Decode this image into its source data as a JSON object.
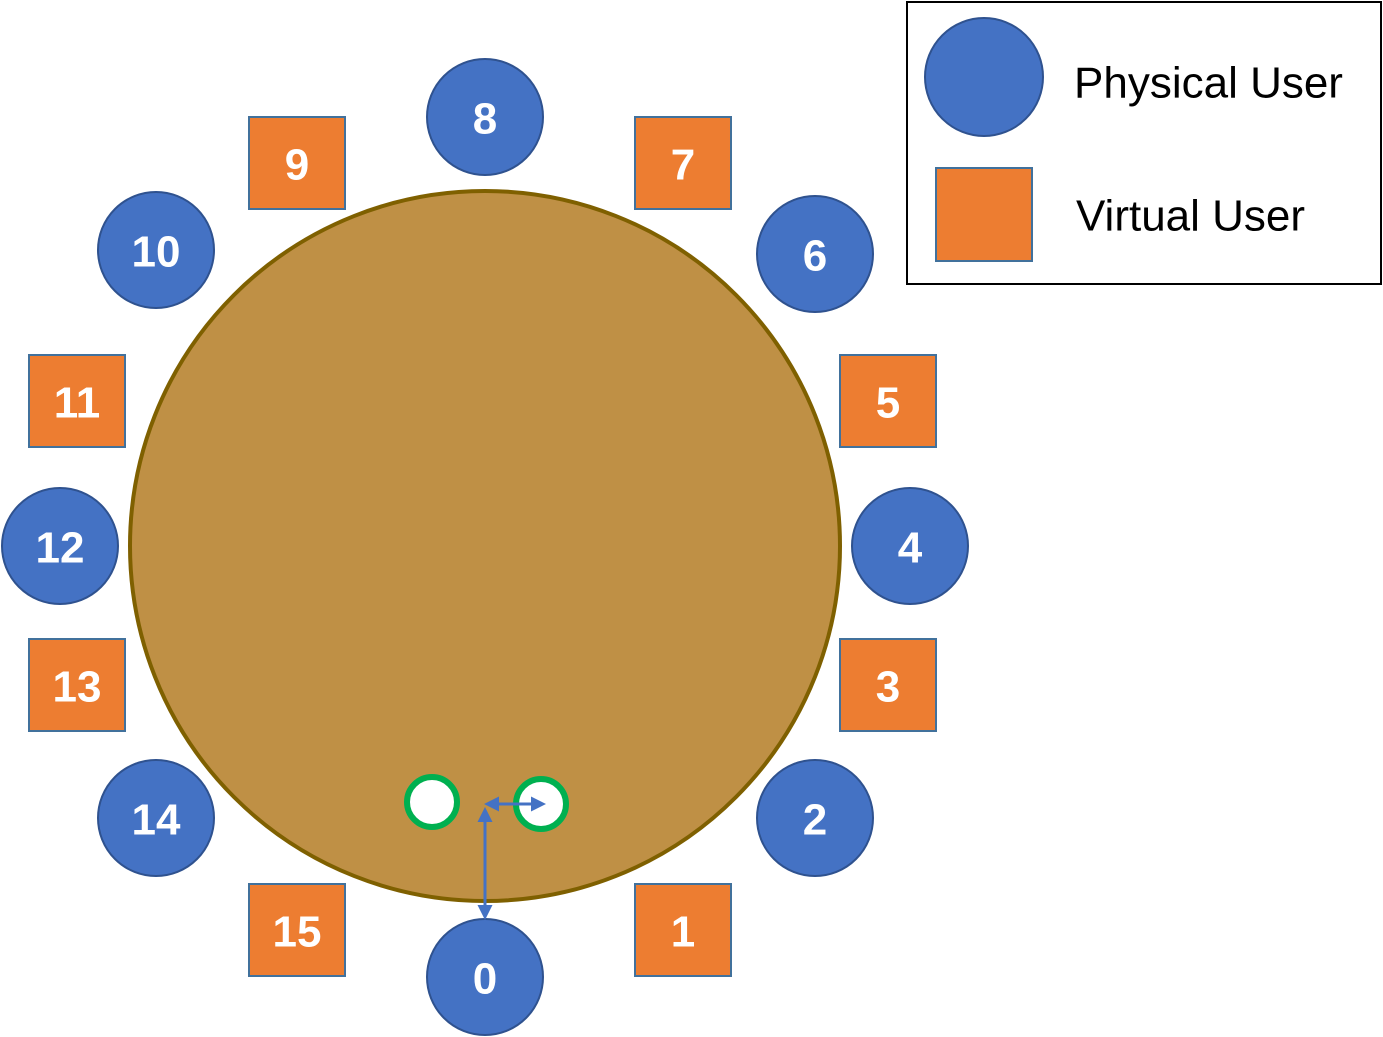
{
  "colors": {
    "table_fill": "#BF9045",
    "table_stroke": "#7F6000",
    "physical_user": "#4472C4",
    "virtual_user": "#ED7D31",
    "shape_stroke": "#2F528F",
    "square_stroke": "#41719C",
    "marker_ring": "#00B050",
    "arrow": "#4472C4"
  },
  "legend": {
    "physical_label": "Physical User",
    "virtual_label": "Virtual User"
  },
  "seats": [
    {
      "id": "0",
      "kind": "physical"
    },
    {
      "id": "1",
      "kind": "virtual"
    },
    {
      "id": "2",
      "kind": "physical"
    },
    {
      "id": "3",
      "kind": "virtual"
    },
    {
      "id": "4",
      "kind": "physical"
    },
    {
      "id": "5",
      "kind": "virtual"
    },
    {
      "id": "6",
      "kind": "physical"
    },
    {
      "id": "7",
      "kind": "virtual"
    },
    {
      "id": "8",
      "kind": "physical"
    },
    {
      "id": "9",
      "kind": "virtual"
    },
    {
      "id": "10",
      "kind": "physical"
    },
    {
      "id": "11",
      "kind": "virtual"
    },
    {
      "id": "12",
      "kind": "physical"
    },
    {
      "id": "13",
      "kind": "virtual"
    },
    {
      "id": "14",
      "kind": "physical"
    },
    {
      "id": "15",
      "kind": "virtual"
    }
  ]
}
